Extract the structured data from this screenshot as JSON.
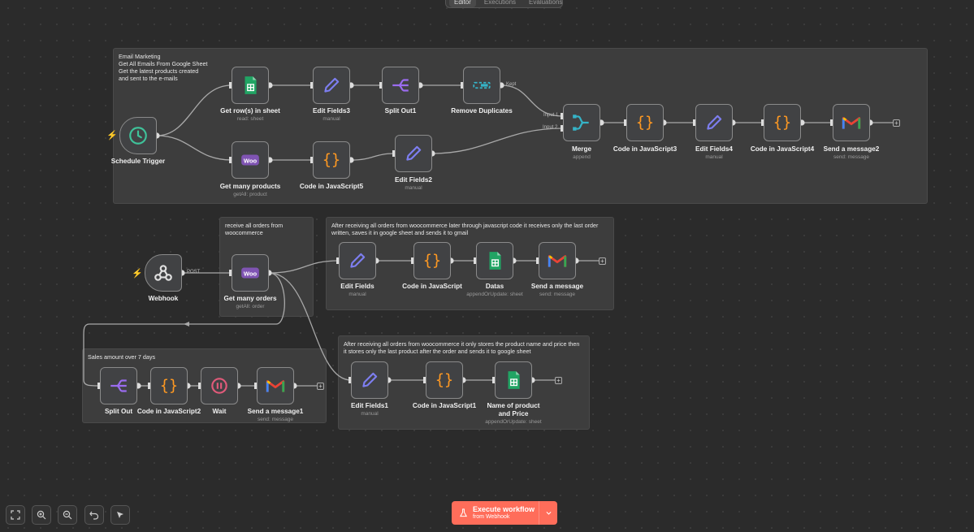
{
  "tabs": {
    "editor": "Editor",
    "executions": "Executions",
    "evaluations": "Evaluations"
  },
  "notes": {
    "email_marketing": [
      "Email Marketing",
      "Get All Emails From Google Sheet",
      "Get the latest products created",
      "and sent to the e-mails"
    ],
    "receive_orders": [
      "receive all orders from",
      "woocommerce"
    ],
    "after_receiving_1": [
      "After receiving all orders from woocommerce later through javascript code it receives only the last order",
      "written, saves it in google sheet and sends it to gmail"
    ],
    "after_receiving_2": [
      "After receiving all orders from woocommerce it only stores the product name and price then",
      "it stores only the last product after the order and sends it to google sheet"
    ],
    "sales_amount": [
      "Sales amount over 7 days"
    ]
  },
  "nodes": {
    "schedule_trigger": {
      "label": "Schedule Trigger",
      "sub": ""
    },
    "get_rows": {
      "label": "Get row(s) in sheet",
      "sub": "read: sheet"
    },
    "edit_fields3": {
      "label": "Edit Fields3",
      "sub": "manual"
    },
    "split_out1": {
      "label": "Split Out1",
      "sub": ""
    },
    "remove_duplicates": {
      "label": "Remove Duplicates",
      "sub": ""
    },
    "get_many_products": {
      "label": "Get many products",
      "sub": "getAll: product"
    },
    "code_js5": {
      "label": "Code in JavaScript5",
      "sub": ""
    },
    "edit_fields2": {
      "label": "Edit Fields2",
      "sub": "manual"
    },
    "merge": {
      "label": "Merge",
      "sub": "append"
    },
    "code_js3": {
      "label": "Code in JavaScript3",
      "sub": ""
    },
    "edit_fields4": {
      "label": "Edit Fields4",
      "sub": "manual"
    },
    "code_js4": {
      "label": "Code in JavaScript4",
      "sub": ""
    },
    "send_message2": {
      "label": "Send a message2",
      "sub": "send: message"
    },
    "webhook": {
      "label": "Webhook",
      "sub": ""
    },
    "get_many_orders": {
      "label": "Get many orders",
      "sub": "getAll: order"
    },
    "edit_fields": {
      "label": "Edit Fields",
      "sub": "manual"
    },
    "code_js": {
      "label": "Code in JavaScript",
      "sub": ""
    },
    "datas": {
      "label": "Datas",
      "sub": "appendOrUpdate: sheet"
    },
    "send_message": {
      "label": "Send a message",
      "sub": "send: message"
    },
    "split_out": {
      "label": "Split Out",
      "sub": ""
    },
    "code_js2": {
      "label": "Code in JavaScript2",
      "sub": ""
    },
    "wait": {
      "label": "Wait",
      "sub": ""
    },
    "send_message1": {
      "label": "Send a message1",
      "sub": "send: message"
    },
    "edit_fields1": {
      "label": "Edit Fields1",
      "sub": "manual"
    },
    "code_js1": {
      "label": "Code in JavaScript1",
      "sub": ""
    },
    "name_product_price": {
      "label": "Name of product and Price",
      "sub": "appendOrUpdate: sheet"
    }
  },
  "edge_labels": {
    "kept": "Kept",
    "input1": "Input 1",
    "input2": "Input 2",
    "post": "POST"
  },
  "execute": {
    "title": "Execute workflow",
    "subtitle": "from Webhook"
  },
  "colors": {
    "accent": "#ff6d5a",
    "canvas": "#2b2b2b",
    "sheets_green": "#21a464",
    "code_orange": "#ff9922",
    "pen_purple": "#7d7ef0",
    "woo_purple": "#7f54b3",
    "merge_teal": "#35b4c8",
    "wait_pink": "#e05a7a"
  },
  "icons": {
    "schedule_trigger": "clock-icon",
    "get_rows": "google-sheets-icon",
    "edit_fields3": "pencil-icon",
    "split_out1": "split-out-icon",
    "remove_duplicates": "remove-duplicates-icon",
    "get_many_products": "woocommerce-icon",
    "code_js5": "code-braces-icon",
    "edit_fields2": "pencil-icon",
    "merge": "merge-icon",
    "code_js3": "code-braces-icon",
    "edit_fields4": "pencil-icon",
    "code_js4": "code-braces-icon",
    "send_message2": "gmail-icon",
    "webhook": "webhook-icon",
    "get_many_orders": "woocommerce-icon",
    "edit_fields": "pencil-icon",
    "code_js": "code-braces-icon",
    "datas": "google-sheets-icon",
    "send_message": "gmail-icon",
    "split_out": "split-out-icon",
    "code_js2": "code-braces-icon",
    "wait": "pause-icon",
    "send_message1": "gmail-icon",
    "edit_fields1": "pencil-icon",
    "code_js1": "code-braces-icon",
    "name_product_price": "google-sheets-icon"
  }
}
